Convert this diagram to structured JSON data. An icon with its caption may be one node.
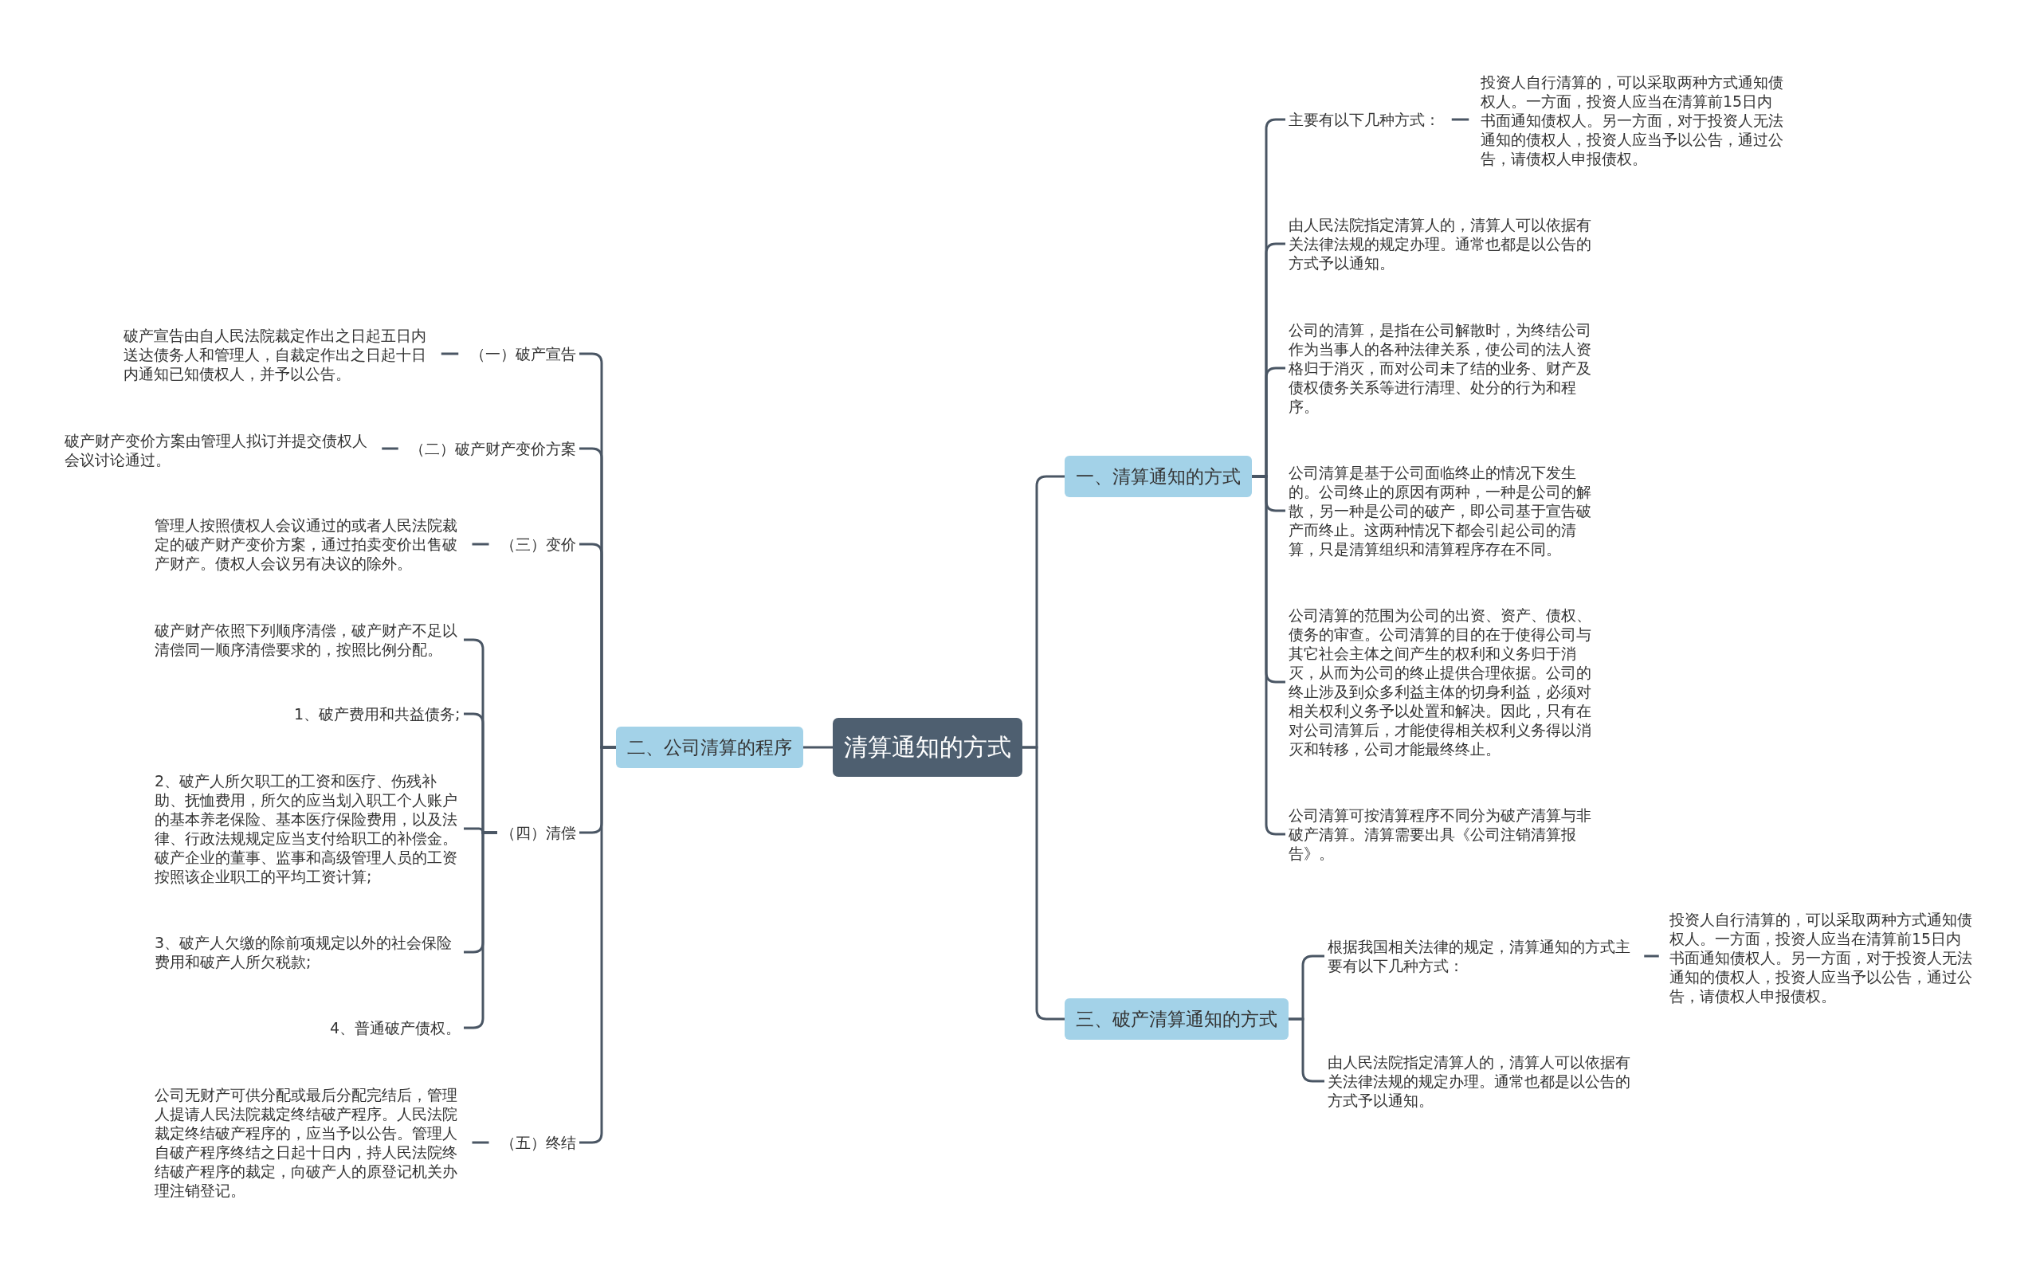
{
  "diagram": {
    "nodes": [
      {
        "text": [
          "清算通知的方式"
        ]
      },
      {
        "text": [
          "一、清算通知的方式"
        ]
      },
      {
        "text": [
          "主要有以下几种方式："
        ]
      },
      {
        "text": [
          "投资人自行清算的，可以采取两种方式通知债权人。一方面，投资人应当在清算前15日内书面通知债权人。另一方面，对于投资人无法通知的债权人，投资人应当予以公告，通过公告，请债权人申报债权。"
        ]
      },
      {
        "text": [
          "由人民法院指定清算人的，清算人可以依据有关法律法规的规定办理。通常也都是以公告的方式予以通知。"
        ]
      },
      {
        "text": [
          "公司的清算，是指在公司解散时，为终结公司作为当事人的各种法律关系，使公司的法人资格归于消灭，而对公司未了结的业务、财产及债权债务关系等进行清理、处分的行为和程序。"
        ]
      },
      {
        "text": [
          "公司清算是基于公司面临终止的情况下发生的。公司终止的原因有两种，一种是公司的解散，另一种是公司的破产，即公司基于宣告破产而终止。这两种情况下都会引起公司的清算，只是清算组织和清算程序存在不同。"
        ]
      },
      {
        "text": [
          "公司清算的范围为公司的出资、资产、债权、债务的审查。公司清算的目的在于使得公司与其它社会主体之间产生的权利和义务归于消灭，从而为公司的终止提供合理依据。公司的终止涉及到众多利益主体的切身利益，必须对相关权利义务予以处置和解决。因此，只有在对公司清算后，才能使得相关权利义务得以消灭和转移，公司才能最终终止。"
        ]
      },
      {
        "text": [
          "公司清算可按清算程序不同分为破产清算与非破产清算。清算需要出具《公司注销清算报告》。"
        ]
      },
      {
        "text": [
          "三、破产清算通知的方式"
        ]
      },
      {
        "text": [
          "根据我国相关法律的规定，清算通知的方式主要有以下几种方式："
        ]
      },
      {
        "text": [
          "投资人自行清算的，可以采取两种方式通知债权人。一方面，投资人应当在清算前15日内书面通知债权人。另一方面，对于投资人无法通知的债权人，投资人应当予以公告，通过公告，请债权人申报债权。"
        ]
      },
      {
        "text": [
          "由人民法院指定清算人的，清算人可以依据有关法律法规的规定办理。通常也都是以公告的方式予以通知。"
        ]
      },
      {
        "text": [
          "二、公司清算的程序"
        ]
      },
      {
        "text": [
          "（一）破产宣告"
        ]
      },
      {
        "text": [
          "破产宣告由自人民法院裁定作出之日起五日内送达债务人和管理人，自裁定作出之日起十日内通知已知债权人，并予以公告。"
        ]
      },
      {
        "text": [
          "（二）破产财产变价方案"
        ]
      },
      {
        "text": [
          "破产财产变价方案由管理人拟订并提交债权人会议讨论通过。"
        ]
      },
      {
        "text": [
          "（三）变价"
        ]
      },
      {
        "text": [
          "管理人按照债权人会议通过的或者人民法院裁定的破产财产变价方案，通过拍卖变价出售破产财产。债权人会议另有决议的除外。"
        ]
      },
      {
        "text": [
          "（四）清偿"
        ]
      },
      {
        "text": [
          "破产财产依照下列顺序清偿，破产财产不足以清偿同一顺序清偿要求的，按照比例分配。"
        ]
      },
      {
        "text": [
          "1、破产费用和共益债务;"
        ]
      },
      {
        "text": [
          "2、破产人所欠职工的工资和医疗、伤残补助、抚恤费用，所欠的应当划入职工个人账户的基本养老保险、基本医疗保险费用，以及法律、行政法规规定应当支付给职工的补偿金。破产企业的董事、监事和高级管理人员的工资按照该企业职工的平均工资计算;"
        ]
      },
      {
        "text": [
          "3、破产人欠缴的除前项规定以外的社会保险费用和破产人所欠税款;"
        ]
      },
      {
        "text": [
          "4、普通破产债权。"
        ]
      },
      {
        "text": [
          "（五）终结"
        ]
      },
      {
        "text": [
          "公司无财产可供分配或最后分配完结后，管理人提请人民法院裁定终结破产程序。人民法院裁定终结破产程序的，应当予以公告。管理人自破产程序终结之日起十日内，持人民法院终结破产程序的裁定，向破产人的原登记机关办理注销登记。"
        ]
      }
    ],
    "edges": [
      {
        "from": 0,
        "to": 1,
        "arrow": "none"
      },
      {
        "from": 0,
        "to": 9,
        "arrow": "none"
      },
      {
        "from": 0,
        "to": 13,
        "arrow": "none"
      },
      {
        "from": 1,
        "to": 2,
        "arrow": "none"
      },
      {
        "from": 1,
        "to": 4,
        "arrow": "none"
      },
      {
        "from": 1,
        "to": 5,
        "arrow": "none"
      },
      {
        "from": 1,
        "to": 6,
        "arrow": "none"
      },
      {
        "from": 1,
        "to": 7,
        "arrow": "none"
      },
      {
        "from": 1,
        "to": 8,
        "arrow": "none"
      },
      {
        "from": 2,
        "to": 3,
        "arrow": "none"
      },
      {
        "from": 9,
        "to": 10,
        "arrow": "none"
      },
      {
        "from": 9,
        "to": 12,
        "arrow": "none"
      },
      {
        "from": 10,
        "to": 11,
        "arrow": "none"
      },
      {
        "from": 13,
        "to": 14,
        "arrow": "none"
      },
      {
        "from": 13,
        "to": 16,
        "arrow": "none"
      },
      {
        "from": 13,
        "to": 18,
        "arrow": "none"
      },
      {
        "from": 13,
        "to": 20,
        "arrow": "none"
      },
      {
        "from": 13,
        "to": 26,
        "arrow": "none"
      },
      {
        "from": 14,
        "to": 15,
        "arrow": "none"
      },
      {
        "from": 16,
        "to": 17,
        "arrow": "none"
      },
      {
        "from": 18,
        "to": 19,
        "arrow": "none"
      },
      {
        "from": 20,
        "to": 21,
        "arrow": "none"
      },
      {
        "from": 20,
        "to": 22,
        "arrow": "none"
      },
      {
        "from": 20,
        "to": 23,
        "arrow": "none"
      },
      {
        "from": 20,
        "to": 24,
        "arrow": "none"
      },
      {
        "from": 20,
        "to": 25,
        "arrow": "none"
      },
      {
        "from": 26,
        "to": 27,
        "arrow": "none"
      }
    ]
  }
}
